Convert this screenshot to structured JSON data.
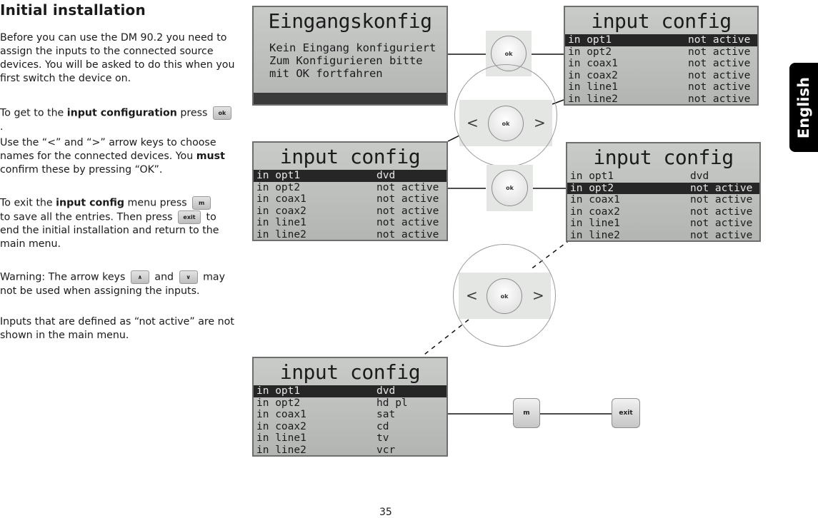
{
  "page": {
    "title": "Initial installation",
    "side_tab": "English",
    "page_number": "35"
  },
  "instructions": {
    "p1": "Before you can use the DM 90.2 you need to assign the inputs to the connected source devices. You will be asked to do this when you first switch the device on.",
    "p2_before": "To get to the ",
    "p2_bold": "input configuration",
    "p2_after": " press",
    "p2_end": ".",
    "p3_before": "Use the “<” and “>” arrow keys to choose names for the connected devices. You ",
    "p3_bold": "must",
    "p3_after": " confirm these by pressing “OK”.",
    "p4_before": "To exit the ",
    "p4_bold": "input config",
    "p4_mid": " menu press",
    "p4_line2a": "to save all the entries. Then press",
    "p4_line2b": "to end the initial installation and return to the main menu.",
    "p5_a": "Warning: The arrow keys",
    "p5_and": "and",
    "p5_b": "may not be used when assigning the inputs.",
    "p6": "Inputs that are defined as “not active” are not shown in the main menu."
  },
  "keys": {
    "ok": "ok",
    "m": "m",
    "exit": "exit",
    "up": "∧",
    "down": "∨",
    "left": "<",
    "right": ">"
  },
  "screens": {
    "eingang": {
      "title": "Eingangskonfig",
      "lines": [
        "Kein Eingang konfiguriert",
        "Zum Konfigurieren bitte",
        "mit OK fortfahren"
      ]
    },
    "config1": {
      "title": "input config",
      "rows": [
        {
          "k": "in opt1",
          "v": "not active"
        },
        {
          "k": "in opt2",
          "v": "not active"
        },
        {
          "k": "in coax1",
          "v": "not active"
        },
        {
          "k": "in coax2",
          "v": "not active"
        },
        {
          "k": "in line1",
          "v": "not active"
        },
        {
          "k": "in line2",
          "v": "not active"
        }
      ]
    },
    "config2": {
      "title": "input config",
      "rows": [
        {
          "k": "in opt1",
          "v": "dvd"
        },
        {
          "k": "in opt2",
          "v": "not active"
        },
        {
          "k": "in coax1",
          "v": "not active"
        },
        {
          "k": "in coax2",
          "v": "not active"
        },
        {
          "k": "in line1",
          "v": "not active"
        },
        {
          "k": "in line2",
          "v": "not active"
        }
      ]
    },
    "config3": {
      "title": "input config",
      "rows": [
        {
          "k": "in opt1",
          "v": "dvd"
        },
        {
          "k": "in opt2",
          "v": "not active"
        },
        {
          "k": "in coax1",
          "v": "not active"
        },
        {
          "k": "in coax2",
          "v": "not active"
        },
        {
          "k": "in line1",
          "v": "not active"
        },
        {
          "k": "in line2",
          "v": "not active"
        }
      ]
    },
    "config4": {
      "title": "input config",
      "rows": [
        {
          "k": "in opt1",
          "v": "dvd"
        },
        {
          "k": "in opt2",
          "v": "hd pl"
        },
        {
          "k": "in coax1",
          "v": "sat"
        },
        {
          "k": "in coax2",
          "v": "cd"
        },
        {
          "k": "in line1",
          "v": "tv"
        },
        {
          "k": "in line2",
          "v": "vcr"
        }
      ]
    }
  }
}
